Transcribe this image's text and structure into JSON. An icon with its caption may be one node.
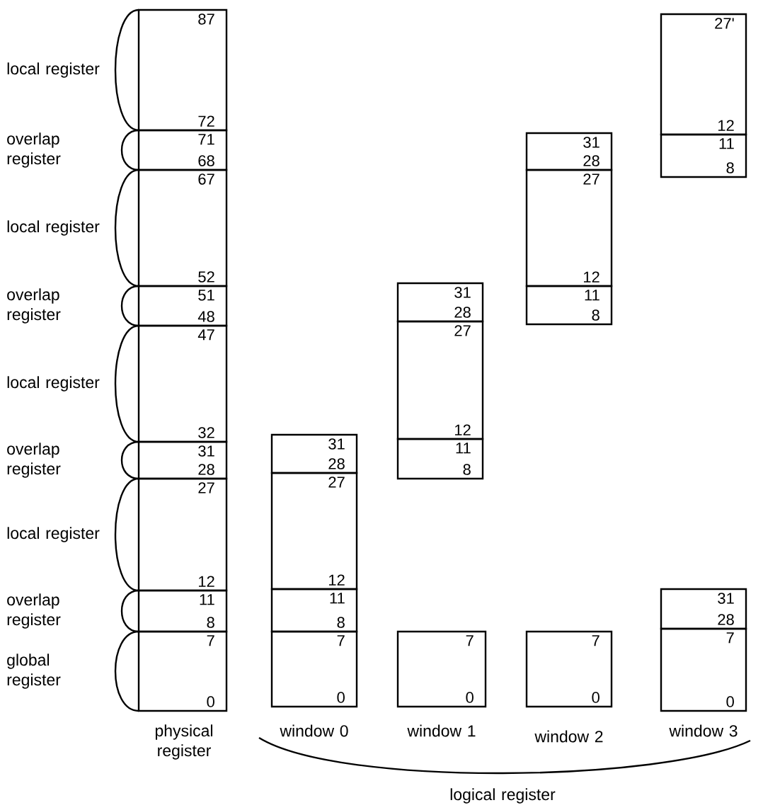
{
  "diagram": {
    "nodes": [
      {
        "text": [
          "87",
          "72"
        ]
      },
      {
        "text": [
          "71",
          "68"
        ]
      },
      {
        "text": [
          "67",
          "52"
        ]
      },
      {
        "text": [
          "51",
          "48"
        ]
      },
      {
        "text": [
          "47",
          "32"
        ]
      },
      {
        "text": [
          "31",
          "28"
        ]
      },
      {
        "text": [
          "27",
          "12"
        ]
      },
      {
        "text": [
          "11",
          "8"
        ]
      },
      {
        "text": [
          "7",
          "0"
        ]
      },
      {
        "text": [
          "31",
          "28"
        ]
      },
      {
        "text": [
          "27",
          "12"
        ]
      },
      {
        "text": [
          "11",
          "8"
        ]
      },
      {
        "text": [
          "7",
          "0"
        ]
      },
      {
        "text": [
          "31",
          "28"
        ]
      },
      {
        "text": [
          "27",
          "12"
        ]
      },
      {
        "text": [
          "11",
          "8"
        ]
      },
      {
        "text": [
          "7",
          "0"
        ]
      },
      {
        "text": [
          "31",
          "28"
        ]
      },
      {
        "text": [
          "27",
          "12"
        ]
      },
      {
        "text": [
          "11",
          "8"
        ]
      },
      {
        "text": [
          "7",
          "0"
        ]
      },
      {
        "text": [
          "27'",
          "12"
        ]
      },
      {
        "text": [
          "11",
          "8"
        ]
      },
      {
        "text": [
          "31",
          "28"
        ]
      },
      {
        "text": [
          "7",
          "0"
        ]
      }
    ],
    "labels": [
      "local register",
      "overlap register",
      "local register",
      "overlap register",
      "local register",
      "overlap register",
      "local register",
      "overlap register",
      "global register",
      "physical register",
      "window 0",
      "window 1",
      "window 2",
      "window 3",
      "logical register"
    ]
  }
}
